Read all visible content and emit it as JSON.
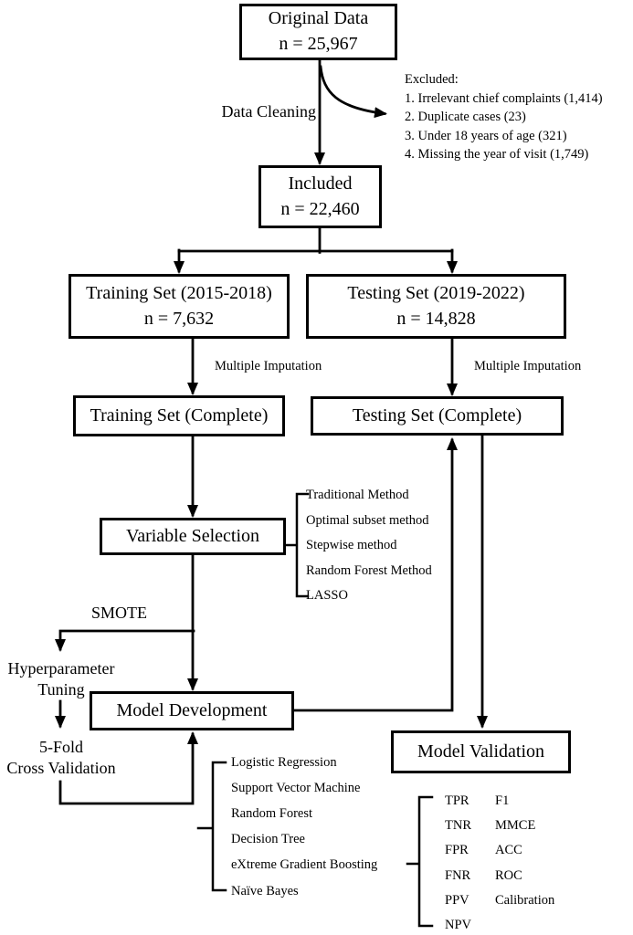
{
  "boxes": {
    "original": {
      "title": "Original Data",
      "count": "n = 25,967"
    },
    "included": {
      "title": "Included",
      "count": "n = 22,460"
    },
    "training": {
      "title": "Training Set (2015-2018)",
      "count": "n = 7,632"
    },
    "testing": {
      "title": "Testing Set (2019-2022)",
      "count": "n = 14,828"
    },
    "training_complete": {
      "title": "Training Set (Complete)"
    },
    "testing_complete": {
      "title": "Testing Set (Complete)"
    },
    "variable_selection": {
      "title": "Variable Selection"
    },
    "model_development": {
      "title": "Model Development"
    },
    "model_validation": {
      "title": "Model Validation"
    }
  },
  "labels": {
    "data_cleaning": "Data Cleaning",
    "multiple_imputation_left": "Multiple Imputation",
    "multiple_imputation_right": "Multiple Imputation",
    "smote": "SMOTE",
    "hyperparameter_line1": "Hyperparameter",
    "hyperparameter_line2": "Tuning",
    "cv_line1": "5-Fold",
    "cv_line2": "Cross Validation"
  },
  "excluded": {
    "title": "Excluded:",
    "items": [
      "1. Irrelevant chief complaints (1,414)",
      "2. Duplicate cases (23)",
      "3. Under 18 years of age (321)",
      "4. Missing the year of visit (1,749)"
    ]
  },
  "variable_selection_methods": [
    "Traditional Method",
    "Optimal subset method",
    "Stepwise method",
    "Random Forest Method",
    "LASSO"
  ],
  "models": [
    "Logistic Regression",
    "Support Vector Machine",
    "Random Forest",
    "Decision Tree",
    "eXtreme Gradient Boosting",
    "Naïve Bayes"
  ],
  "metrics_rows": [
    [
      "TPR",
      "F1"
    ],
    [
      "TNR",
      "MMCE"
    ],
    [
      "FPR",
      "ACC"
    ],
    [
      "FNR",
      "ROC"
    ],
    [
      "PPV",
      "Calibration"
    ],
    [
      "NPV",
      ""
    ]
  ],
  "colors": {
    "line": "#000000",
    "background": "#ffffff"
  }
}
